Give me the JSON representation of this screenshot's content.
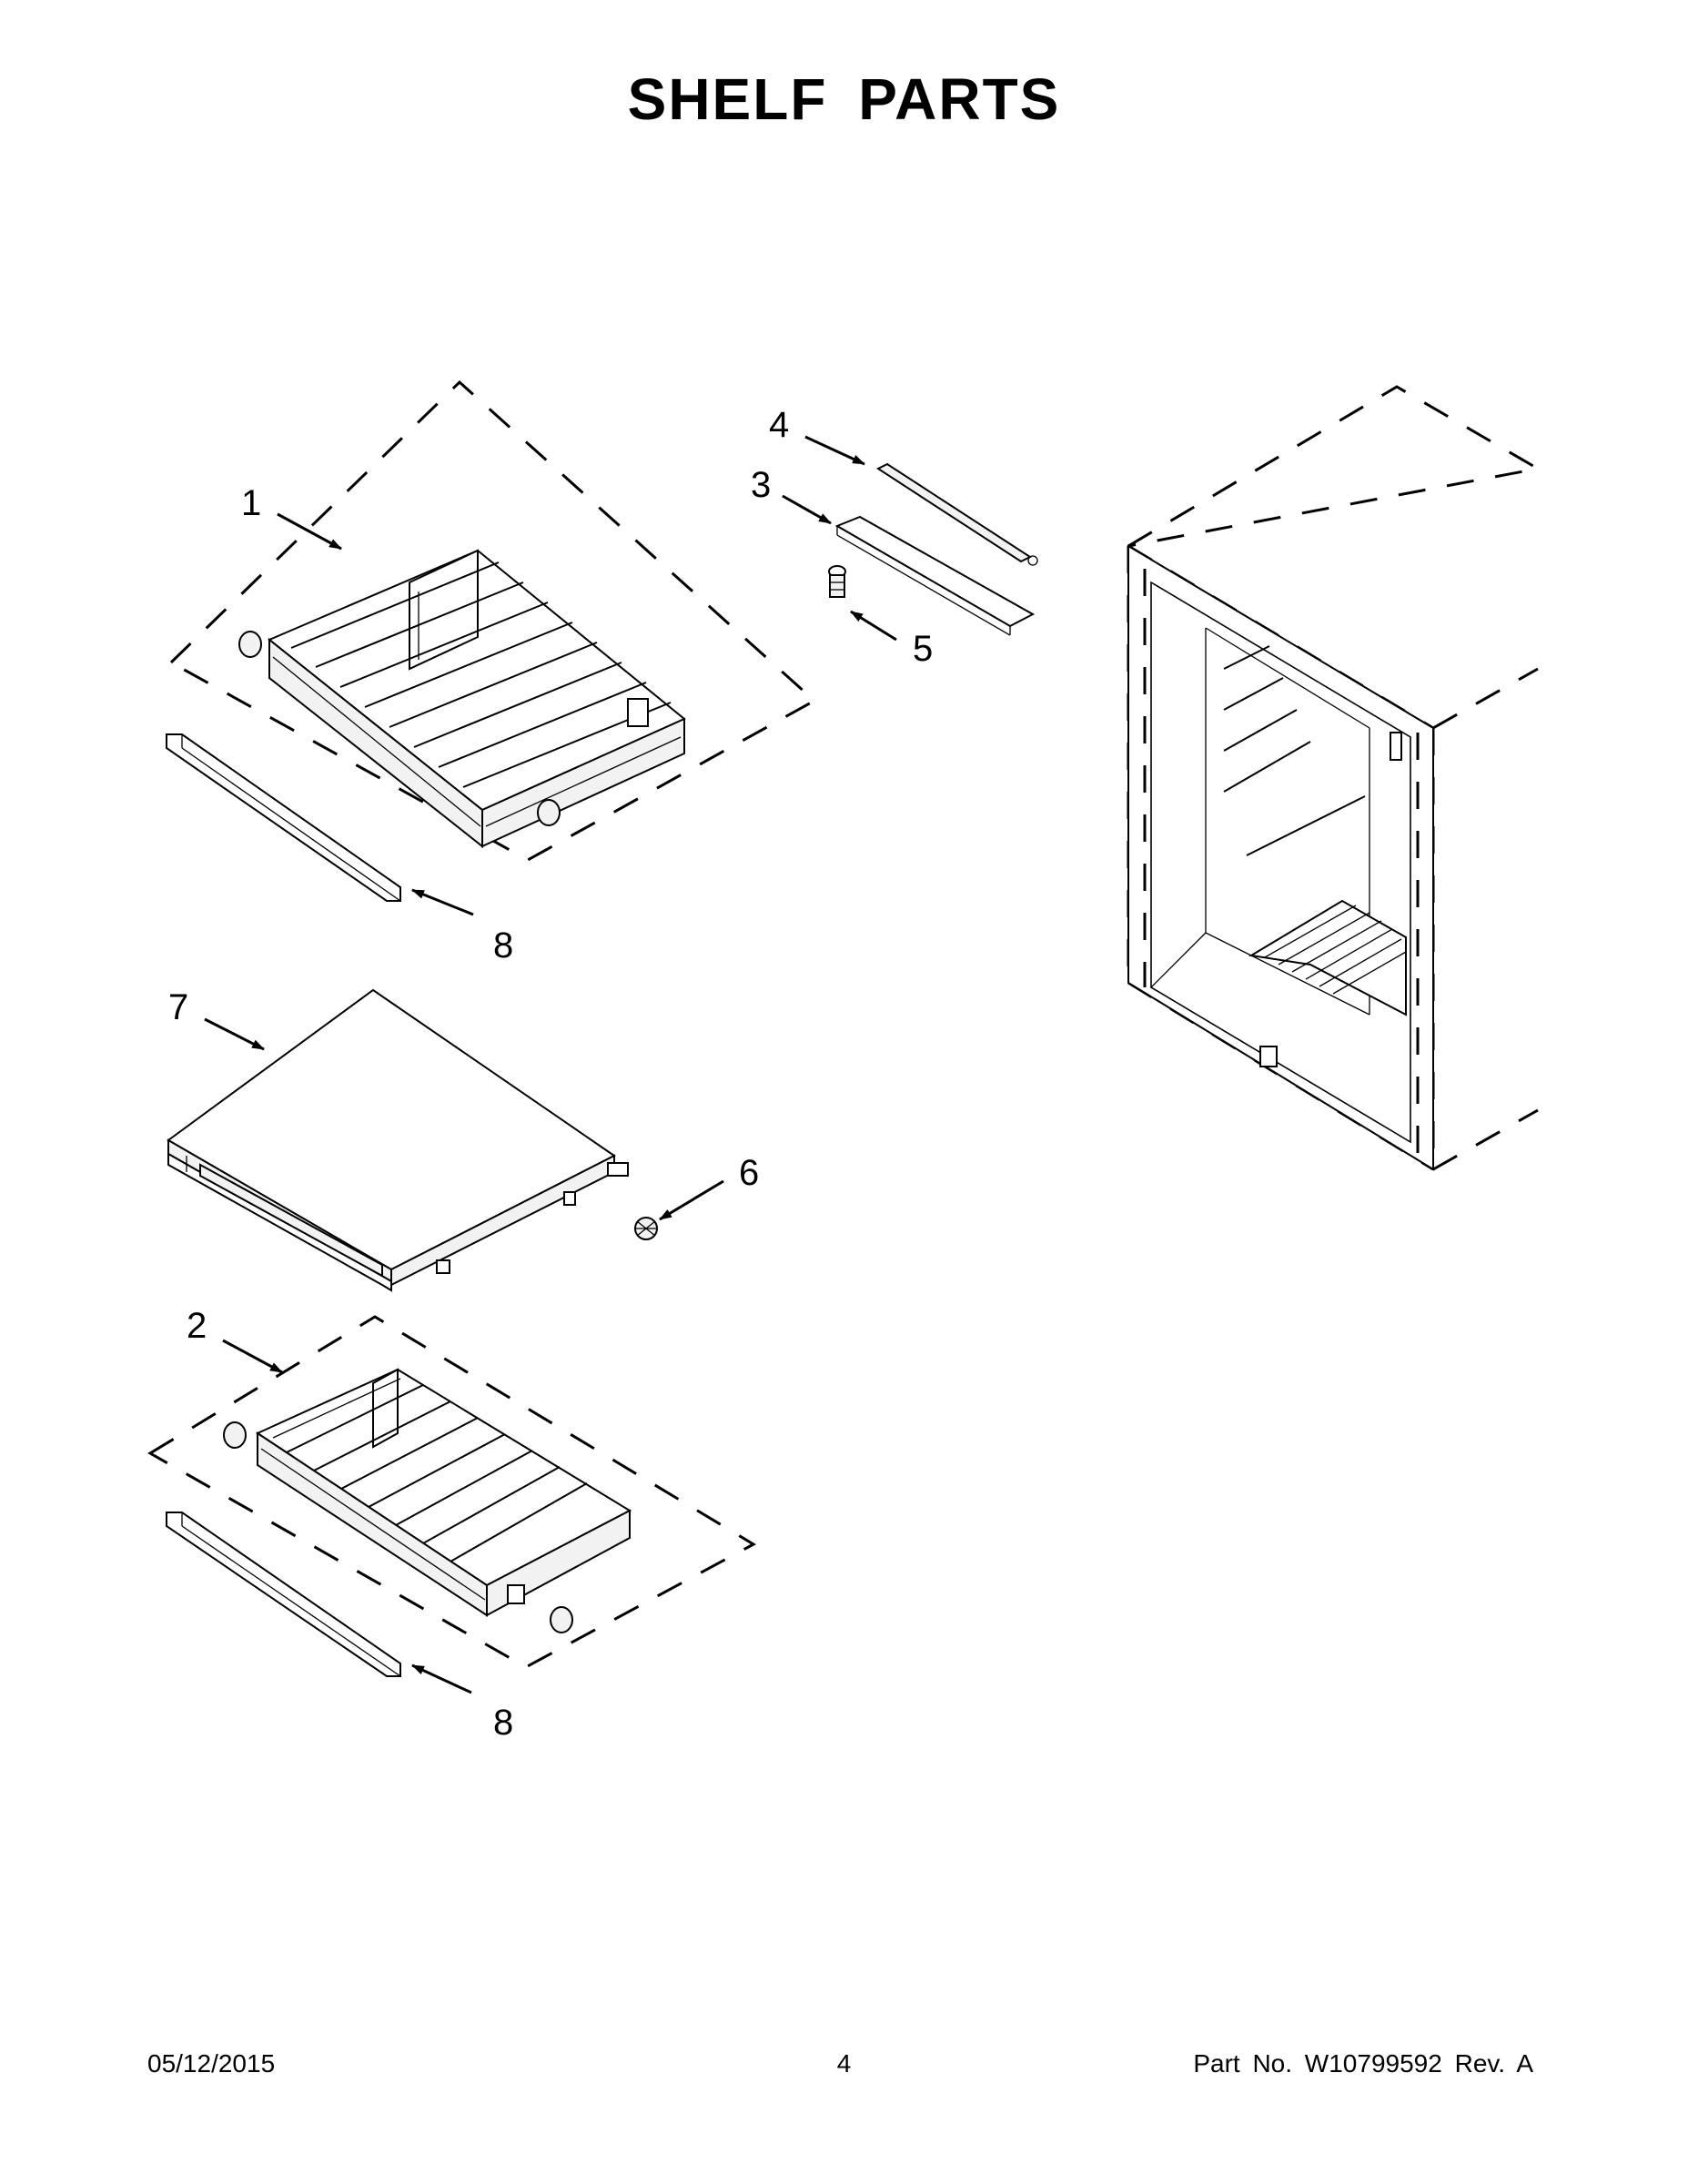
{
  "title": "SHELF PARTS",
  "callouts": {
    "c1": "1",
    "c2": "2",
    "c3": "3",
    "c4": "4",
    "c5": "5",
    "c6": "6",
    "c7": "7",
    "c8a": "8",
    "c8b": "8"
  },
  "footer": {
    "date": "05/12/2015",
    "page": "4",
    "part": "Part No.  W10799592  Rev.  A"
  }
}
